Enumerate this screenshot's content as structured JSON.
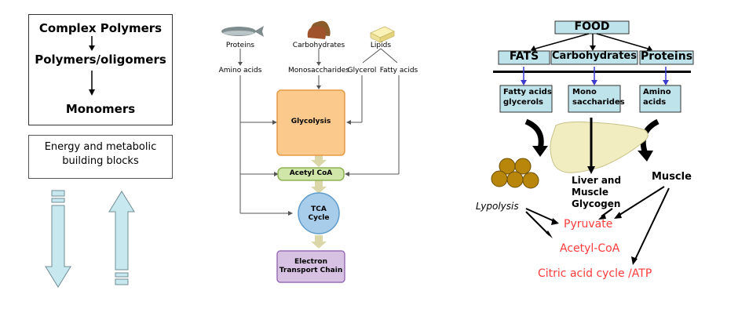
{
  "left": {
    "hierarchy": [
      "Complex Polymers",
      "Polymers/oligomers",
      "Monomers"
    ],
    "energy_box": [
      "Energy and metabolic",
      "building blocks"
    ]
  },
  "middle": {
    "inputs": {
      "proteins": "Proteins",
      "carbohydrates": "Carbohydrates",
      "lipids": "Lipids"
    },
    "products": {
      "amino_acids": "Amino acids",
      "monosaccharides": "Monosaccharides",
      "glycerol": "Glycerol",
      "fatty_acids": "Fatty acids"
    },
    "stages": {
      "glycolysis": "Glycolysis",
      "acetyl_coa": "Acetyl CoA",
      "tca": [
        "TCA",
        "Cycle"
      ],
      "etc": [
        "Electron",
        "Transport Chain"
      ]
    }
  },
  "right": {
    "food": "FOOD",
    "categories": [
      "FATS",
      "Carbohydrates",
      "Proteins"
    ],
    "breakdown": [
      [
        "Fatty acids",
        "glycerols"
      ],
      [
        "Mono",
        "saccharides"
      ],
      [
        "Amino",
        "acids"
      ]
    ],
    "liver_label": [
      "Liver and",
      "Muscle",
      "Glycogen"
    ],
    "muscle": "Muscle",
    "lypolysis": "Lypolysis",
    "red_chain": [
      "Pyruvate",
      "Acetyl-CoA",
      "Citric acid cycle /ATP"
    ]
  },
  "colors": {
    "light_blue": "#bfe3ea",
    "glycolysis_orange": "#fbc98c",
    "acetyl_green": "#cfe6a8",
    "tca_blue": "#a8cdea",
    "etc_purple": "#d7c2e3",
    "red_text": "#ff3b3b",
    "fat_brown": "#b8860b",
    "liver_cream": "#f2edc0"
  }
}
